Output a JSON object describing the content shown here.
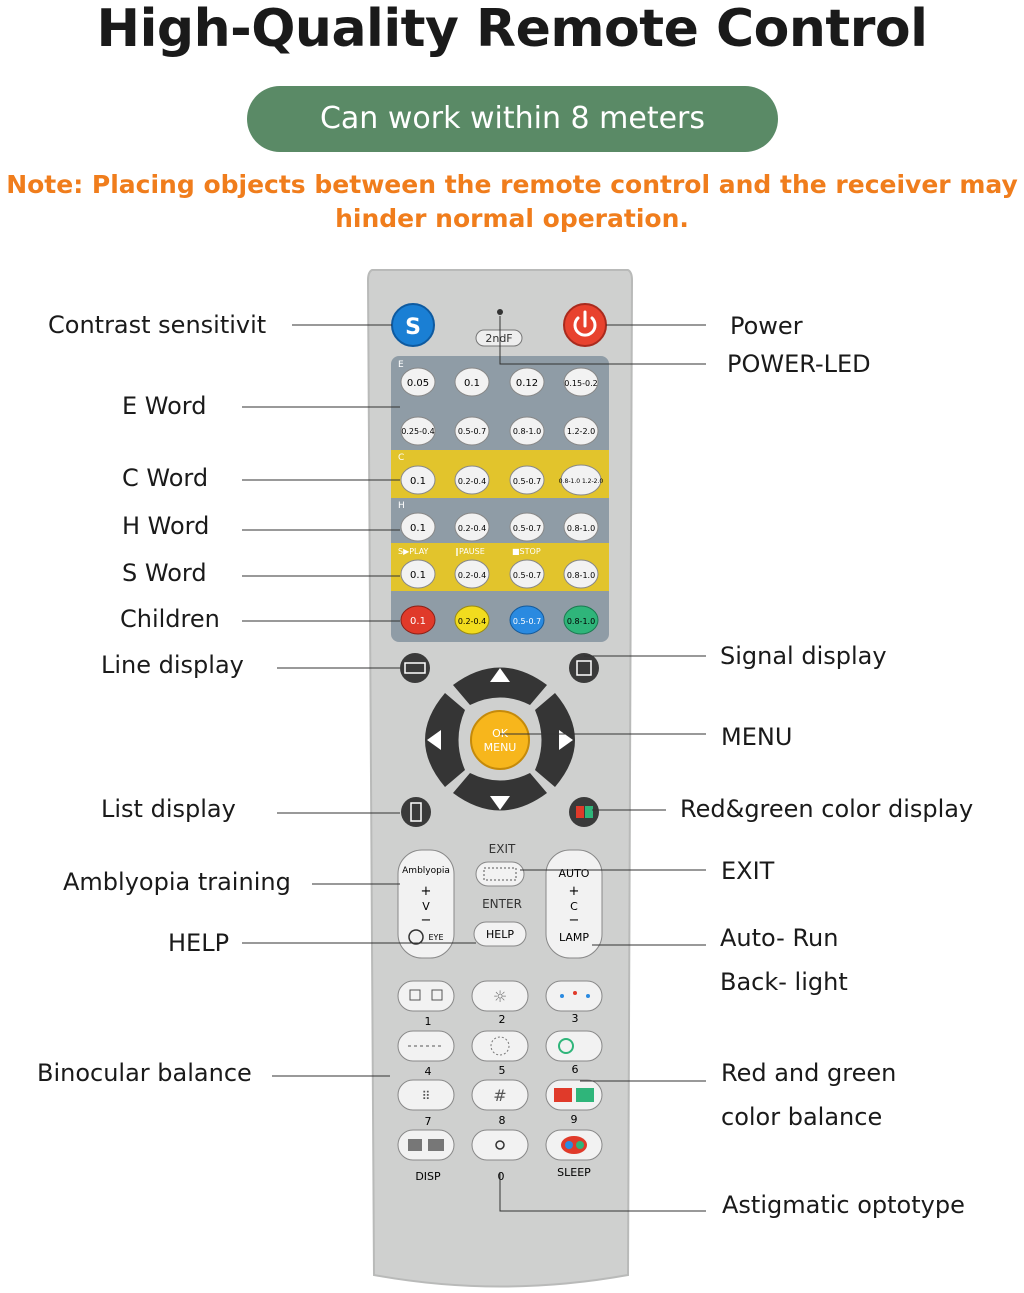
{
  "header": {
    "title": "High-Quality Remote Control",
    "range_badge": "Can work within 8 meters",
    "note": "Note: Placing objects between the remote control and the receiver may hinder normal operation."
  },
  "colors": {
    "badge_green": "#5a8a66",
    "note_orange": "#f07d1c",
    "remote_body": "#cfd0cf",
    "blue_section": "#8f9ca6",
    "yellow_section": "#e2c42c",
    "power_red": "#e8422e",
    "s_blue": "#1a7fd4",
    "ok_yellow": "#f7b61c"
  },
  "callouts_left": [
    "Contrast sensitivit",
    "E Word",
    "C Word",
    "H Word",
    "S Word",
    "Children",
    "Line display",
    "List display",
    "Amblyopia training",
    "HELP",
    "Binocular balance"
  ],
  "callouts_right": [
    "Power",
    "POWER-LED",
    "Signal display",
    "MENU",
    "Red&green color display",
    "EXIT",
    "Auto- Run",
    "Back- light",
    "Red and green",
    "color balance",
    "Astigmatic optotype"
  ],
  "remote": {
    "s_button": "S",
    "second_function": "2ndF",
    "row_e_top": [
      "0.05",
      "0.1",
      "0.12",
      "0.15-0.2"
    ],
    "row_e_bottom": [
      "0.25-0.4",
      "0.5-0.7",
      "0.8-1.0",
      "1.2-2.0"
    ],
    "section_e": "E",
    "section_c": "C",
    "row_c": [
      "0.1",
      "0.2-0.4",
      "0.5-0.7",
      "0.8-1.0 1.2-2.0"
    ],
    "section_h": "H",
    "row_h": [
      "0.1",
      "0.2-0.4",
      "0.5-0.7",
      "0.8-1.0"
    ],
    "section_s_labels": [
      "S▶PLAY",
      "‖PAUSE",
      "■STOP",
      ""
    ],
    "row_s": [
      "0.1",
      "0.2-0.4",
      "0.5-0.7",
      "0.8-1.0"
    ],
    "row_children": [
      "0.1",
      "0.2-0.4",
      "0.5-0.7",
      "0.8-1.0"
    ],
    "ok_line1": "OK",
    "ok_line2": "MENU",
    "exit_label": "EXIT",
    "enter_label": "ENTER",
    "help_button": "HELP",
    "amblyopia_button": "Amblyopia",
    "amblyopia_plus": "+",
    "amblyopia_v": "V",
    "amblyopia_minus": "−",
    "eye_label": "EYE",
    "auto_button": "AUTO",
    "auto_plus": "+",
    "auto_c": "C",
    "auto_minus": "−",
    "lamp_label": "LAMP",
    "num_labels": [
      "1",
      "2",
      "3",
      "4",
      "5",
      "6",
      "7",
      "8",
      "9",
      "DISP",
      "0",
      "SLEEP"
    ]
  }
}
